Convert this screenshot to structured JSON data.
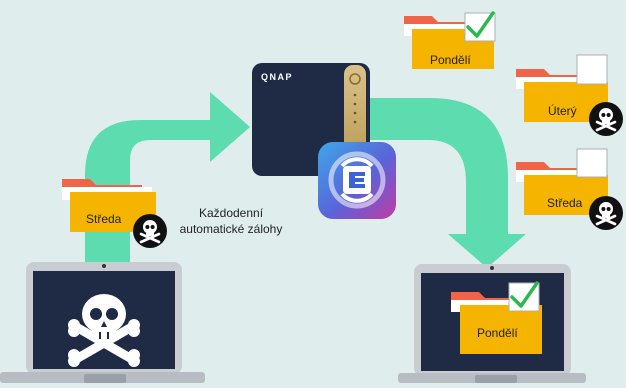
{
  "nas": {
    "brand": "QNAP"
  },
  "caption": {
    "line1": "Každodenní",
    "line2": "automatické zálohy"
  },
  "folders": {
    "infected": "Středa",
    "top": "Pondělí",
    "tuesday": "Úterý",
    "wednesday": "Středa",
    "restored": "Pondělí"
  },
  "colors": {
    "background": "#dfeeed",
    "arrow": "#5ddcb0",
    "folder": "#f5b400",
    "folder_tab": "#f0644a",
    "check": "#2db84d",
    "laptop_screen": "#1f2a44",
    "laptop_frame": "#c9cdd2"
  }
}
